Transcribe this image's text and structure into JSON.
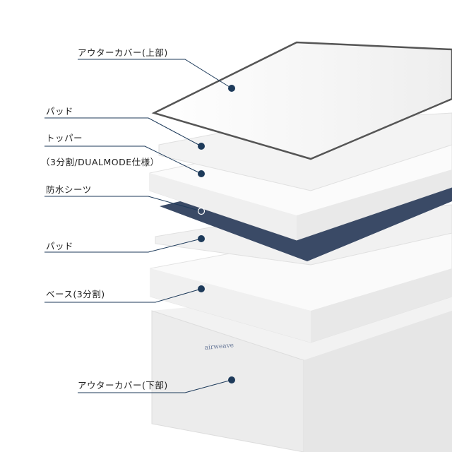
{
  "labels": {
    "outer_cover_top": "アウターカバー(上部)",
    "pad_top": "パッド",
    "topper": "トッパー",
    "topper_note": "（3分割/DUALMODE仕様）",
    "waterproof_sheet": "防水シーツ",
    "pad_bottom": "パッド",
    "base": "ベース(3分割)",
    "outer_cover_bottom": "アウターカバー(下部)"
  },
  "brand": "airweave",
  "colors": {
    "leader": "#1d3a5a",
    "sheet": "#3a4a66",
    "foam": "#f4f4f4"
  }
}
